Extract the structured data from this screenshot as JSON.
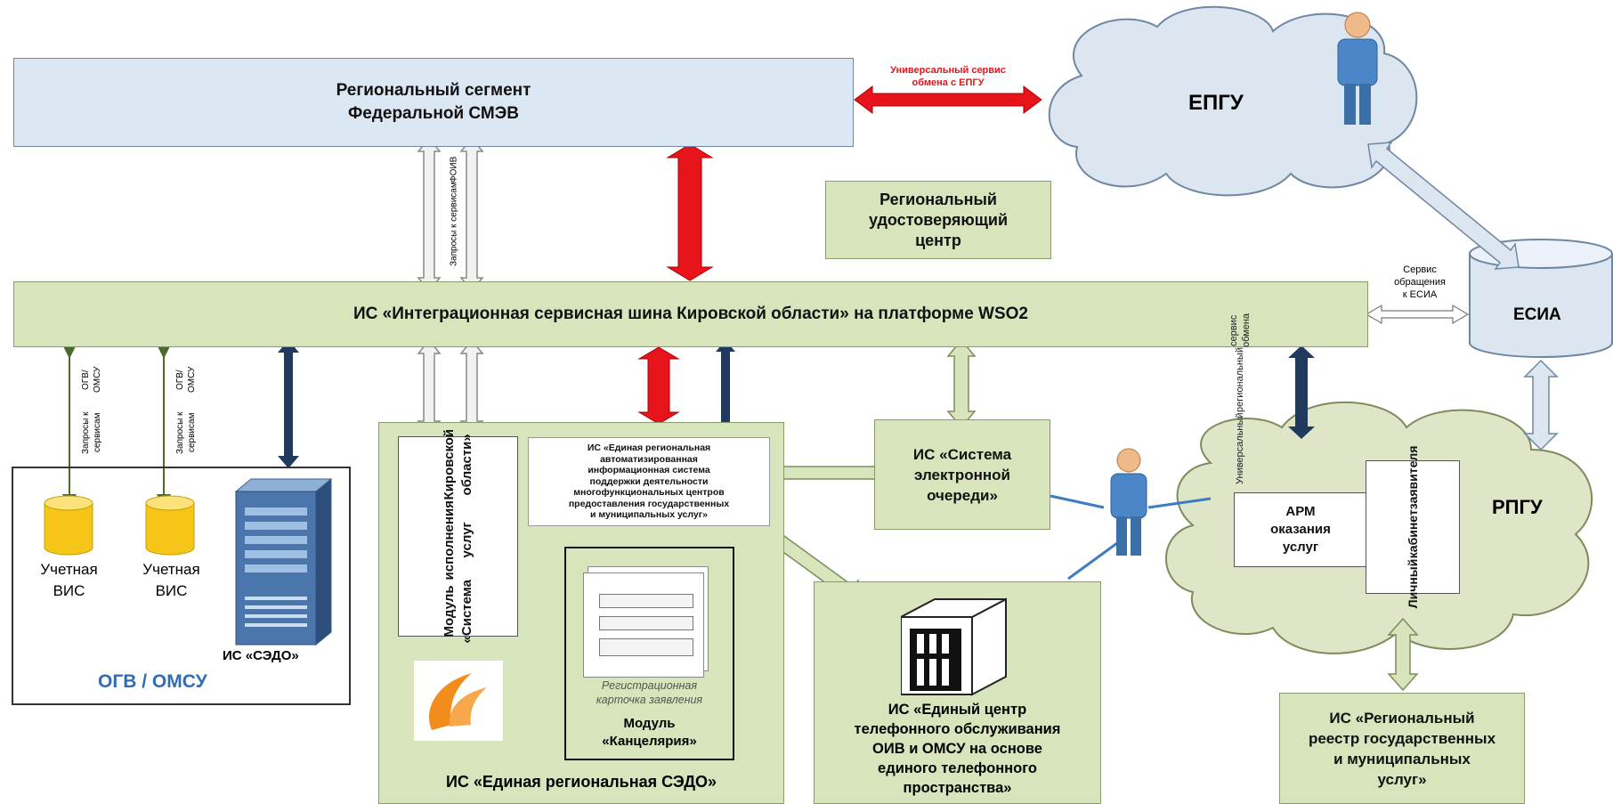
{
  "smev": {
    "title_line1": "Региональный сегмент",
    "title_line2": "Федеральной СМЭВ"
  },
  "epgu_service": {
    "line1": "Универсальный сервис",
    "line2": "обмена с ЕПГУ"
  },
  "epgu": {
    "label": "ЕПГУ"
  },
  "foiv_requests": {
    "line1": "Запросы к сервисам",
    "line2": "ФОИВ"
  },
  "uc": {
    "line1": "Региональный",
    "line2": "удостоверяющий",
    "line3": "центр"
  },
  "esb": {
    "label": "ИС «Интеграционная сервисная шина Кировской области» на платформе WSO2"
  },
  "esia_service": {
    "line1": "Сервис",
    "line2": "обращения",
    "line3": "к ЕСИА"
  },
  "esia": {
    "label": "ЕСИА"
  },
  "ogv_requests": {
    "line1": "Запросы к сервисам",
    "line2": "ОГВ/ОМСУ"
  },
  "ogv": {
    "vis1_line1": "Учетная",
    "vis1_line2": "ВИС",
    "vis2_line1": "Учетная",
    "vis2_line2": "ВИС",
    "sedo_label": "ИС «СЭДО»",
    "group_label": "ОГВ / ОМСУ"
  },
  "sedo_region": {
    "module_line1": "Модуль «Система",
    "module_line2": "исполнения услуг",
    "module_line3": "Кировской области»",
    "mfc_text": [
      "ИС «Единая региональная",
      "автоматизированная",
      "информационная система",
      "поддержки деятельности",
      "многофункциональных центров",
      "предоставления государственных",
      "и муниципальных услуг»"
    ],
    "card_line1": "Регистрационная",
    "card_line2": "карточка заявления",
    "office_line1": "Модуль",
    "office_line2": "«Канцелярия»",
    "group_label": "ИС «Единая региональная СЭДО»"
  },
  "queue": {
    "line1": "ИС «Система",
    "line2": "электронной",
    "line3": "очереди»"
  },
  "universal_exchange": {
    "line1": "Универсальный",
    "line2": "региональный",
    "line3": "сервис обмена"
  },
  "rpgu": {
    "label": "РПГУ",
    "arm_line1": "АРМ",
    "arm_line2": "оказания",
    "arm_line3": "услуг",
    "cabinet_line1": "Личный",
    "cabinet_line2": "кабинет",
    "cabinet_line3": "заявителя"
  },
  "call_center": {
    "line1": "ИС «Единый центр",
    "line2": "телефонного обслуживания",
    "line3": "ОИВ и ОМСУ на основе",
    "line4": "единого телефонного",
    "line5": "пространства»"
  },
  "registry": {
    "line1": "ИС «Региональный",
    "line2": "реестр государственных",
    "line3": "и муниципальных",
    "line4": "услуг»"
  },
  "colors": {
    "red_arrow": "#e8141b",
    "navy_arrow": "#1f3a5c",
    "green_box": "#d8e4bc",
    "blue_box": "#dbe7f2",
    "cloud": "#dbe6f1",
    "green_cloud": "#dfe6c8",
    "ogv_label": "#2f6eb5"
  }
}
